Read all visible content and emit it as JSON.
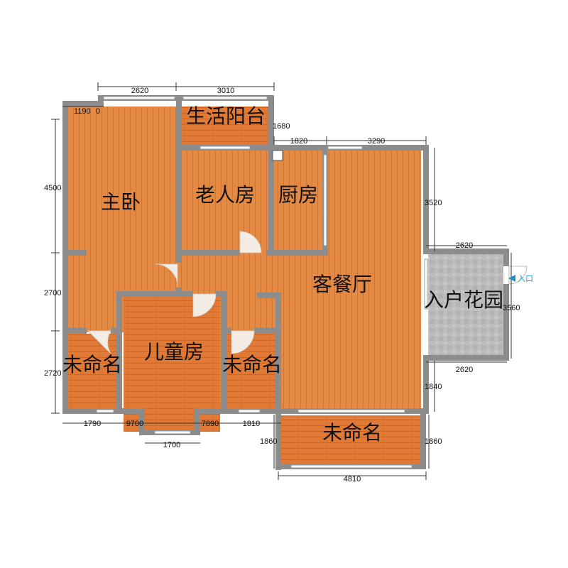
{
  "colors": {
    "floor_wood": "#e07a36",
    "floor_wood_light": "#e28c45",
    "floor_tile": "#bdbdbd",
    "wall": "#8c8c8c",
    "door_arc": "#f2ece4",
    "entry_marker": "#1e90c8"
  },
  "rooms": {
    "master_bedroom": "主卧",
    "balcony": "生活阳台",
    "elder_room": "老人房",
    "kitchen": "厨房",
    "living_dining": "客餐厅",
    "entry_garden": "入户花园",
    "kids_room": "儿童房",
    "unnamed_left": "未命名",
    "unnamed_mid": "未命名",
    "unnamed_bottom": "未命名"
  },
  "entrance": {
    "label": "入口",
    "icon": "triangle-left-icon"
  },
  "dimensions": {
    "top_1": "2620",
    "top_2": "3010",
    "top_small": "1190",
    "top_small_suffix": "0",
    "balcony_right": "1680",
    "kitchen_top": "1820",
    "living_top": "3290",
    "left_1": "4500",
    "left_2": "2700",
    "left_3": "2720",
    "right_1": "3520",
    "garden_top": "2620",
    "garden_right": "3560",
    "garden_bottom": "2620",
    "right_2": "1840",
    "bottom_left": "1790",
    "bottom_9700": "9700",
    "bottom_7890": "7890",
    "bottom_1810": "1810",
    "bottom_1700": "1700",
    "bottom_room_left": "1860",
    "bottom_room_right": "1860",
    "bottom_room_width": "4810"
  }
}
